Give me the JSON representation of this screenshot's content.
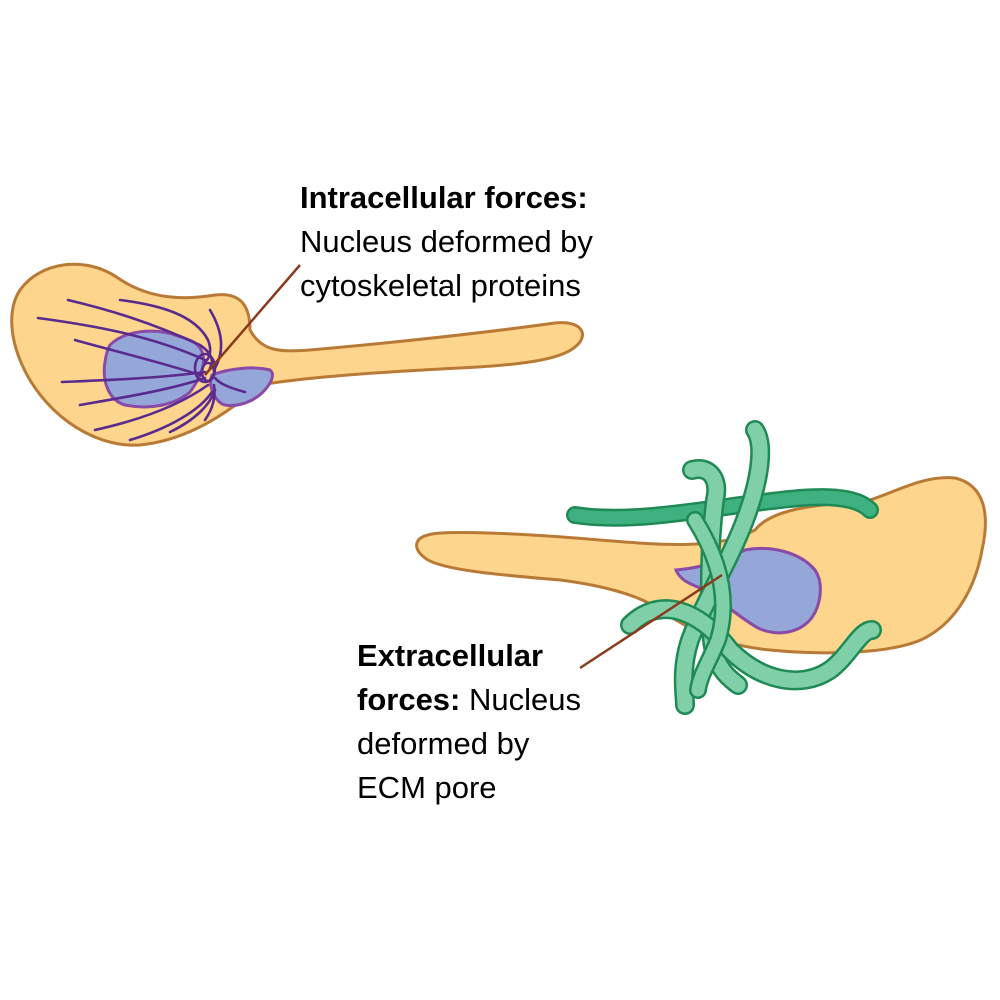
{
  "labels": {
    "intracellular": {
      "title": "Intracellular forces:",
      "line1": "Nucleus deformed by",
      "line2": "cytoskeletal proteins"
    },
    "extracellular": {
      "title_line1": "Extracellular",
      "title_line2": "forces:",
      "line2_rest": " Nucleus",
      "line3": "deformed by",
      "line4": "ECM pore"
    }
  },
  "colors": {
    "cell_fill": "#fdd58c",
    "cell_outline": "#b97a36",
    "nucleus_fill": "#94a7d8",
    "nucleus_outline": "#8a4aa8",
    "cytoskeleton": "#5a2a8e",
    "ecm_fiber_fill": "#7fcfa8",
    "ecm_fiber_dark": "#3fb07f",
    "ecm_outline": "#1f8a55",
    "leader_line": "#8b3a1e"
  }
}
